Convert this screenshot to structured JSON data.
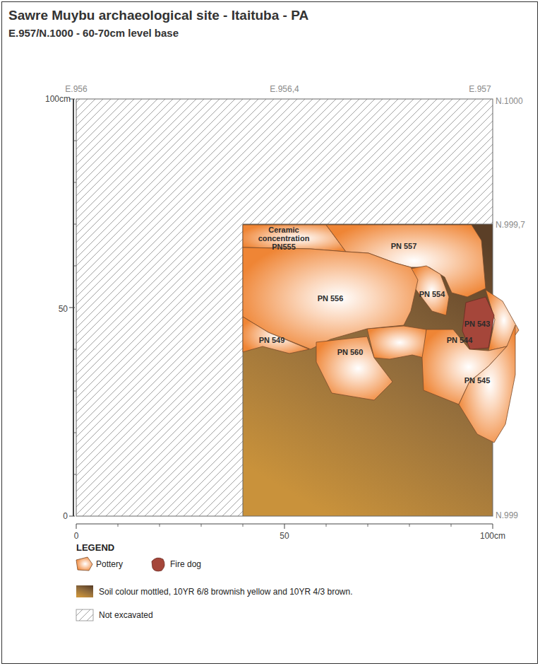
{
  "diagram": {
    "title": "Sawre Muybu archaeological site - Itaituba - PA",
    "nodes": [
      {
        "text": [
          "Ceramic concentration PN555"
        ]
      },
      {
        "text": [
          "PN 557"
        ]
      },
      {
        "text": [
          "PN 554"
        ]
      },
      {
        "text": [
          "PN 543"
        ]
      },
      {
        "text": [
          "PN 556"
        ]
      },
      {
        "text": [
          "PN 549"
        ]
      },
      {
        "text": [
          "PN 560"
        ]
      },
      {
        "text": [
          "PN 544"
        ]
      },
      {
        "text": [
          "PN 545"
        ]
      }
    ],
    "labels": [
      "E.957/N.1000 - 60-70cm level base",
      "E.956",
      "E.956,4",
      "E.957",
      "100cm",
      "N.1000",
      "N.999,7",
      "50",
      "0",
      "N.999",
      "0",
      "50",
      "100cm",
      "LEGEND"
    ],
    "legend": [
      {
        "text": "Pottery"
      },
      {
        "text": "Fire dog"
      },
      {
        "text": "Soil colour mottled, 10YR 6/8 brownish yellow and 10YR 4/3 brown."
      },
      {
        "text": "Not excavated"
      }
    ]
  }
}
